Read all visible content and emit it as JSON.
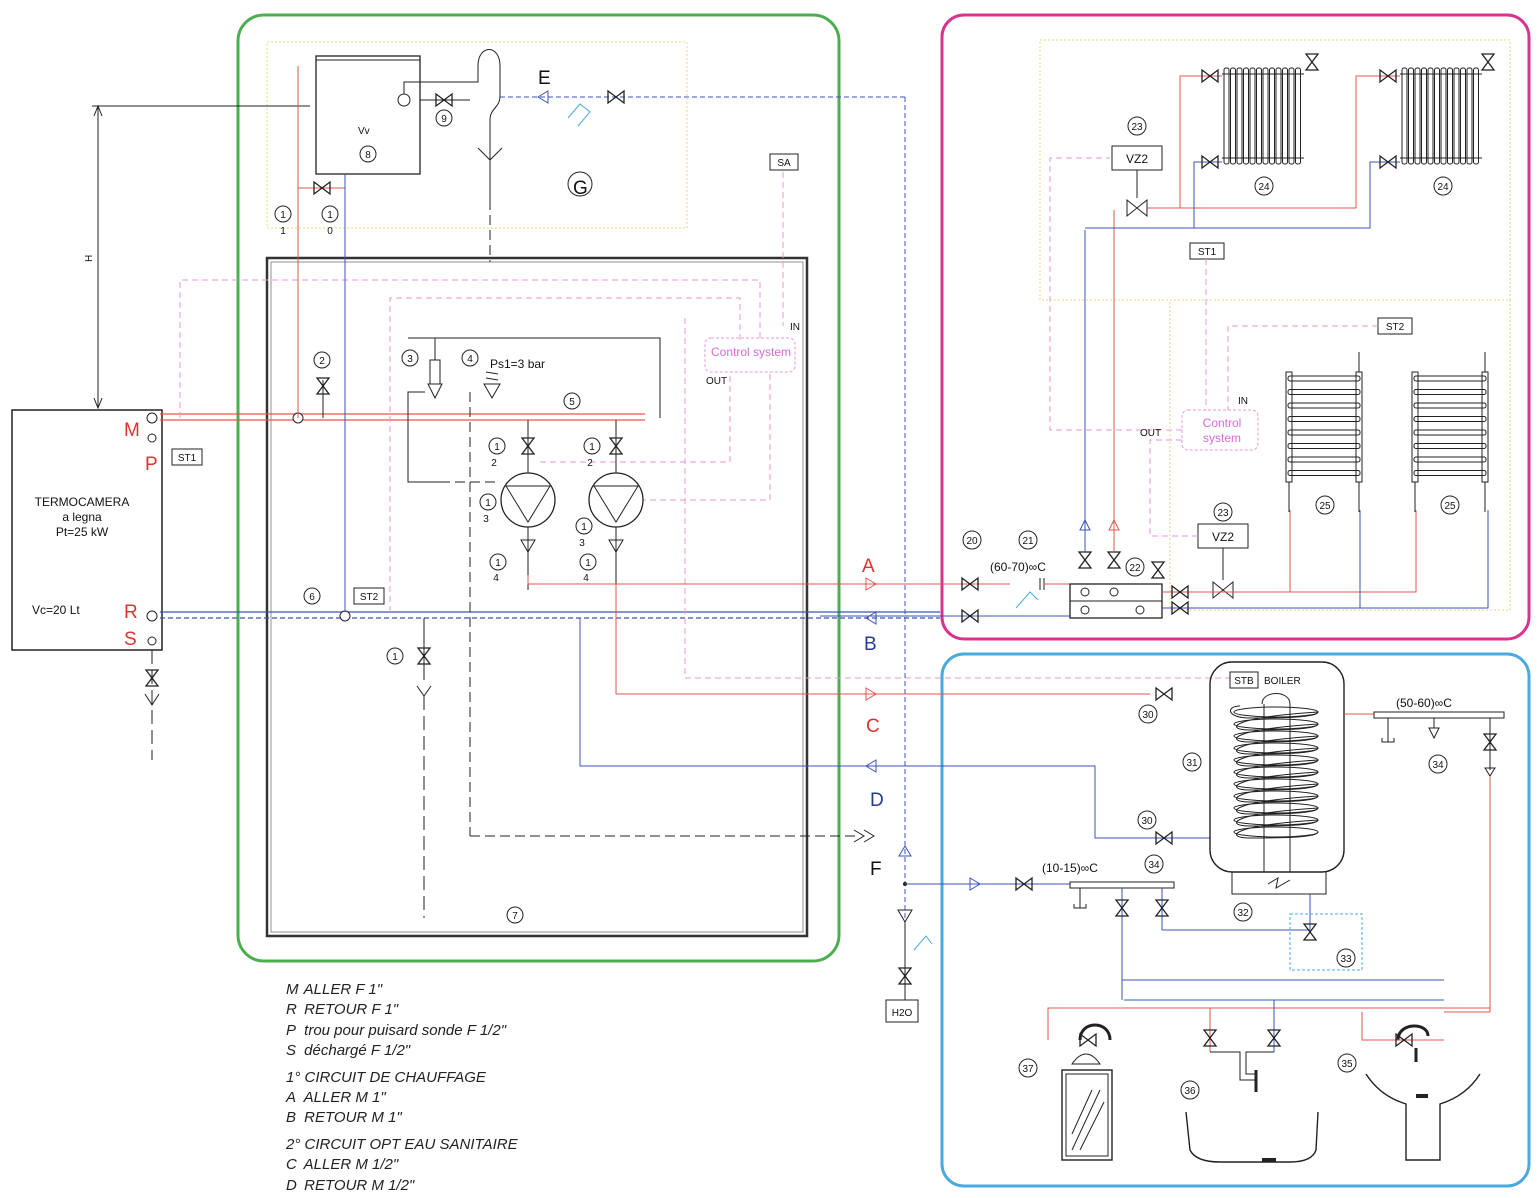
{
  "heater": {
    "name_line1": "TERMOCAMERA",
    "name_line2": "a legna",
    "power": "Pt=25 kW",
    "volume": "Vc=20 Lt",
    "ports": {
      "m": "M",
      "p": "P",
      "r": "R",
      "s": "S"
    }
  },
  "height_label": "H",
  "circuits": {
    "a": "A",
    "b": "B",
    "c": "C",
    "d": "D",
    "e": "E",
    "f": "F",
    "g": "G"
  },
  "tags": {
    "sa": "SA",
    "st1": "ST1",
    "st2": "ST2",
    "stb": "STB",
    "vz2": "VZ2",
    "boiler": "BOILER",
    "vv": "Vv",
    "h2o": "H2O"
  },
  "control": {
    "label_line1": "Control",
    "label_line2": "system",
    "label_single": "Control system",
    "in": "IN",
    "out": "OUT"
  },
  "values": {
    "ps1": "Ps1=3 bar",
    "temp_heating": "(60-70)∞C",
    "temp_sanitary_hot": "(50-60)∞C",
    "temp_sanitary_cold": "(10-15)∞C"
  },
  "numbers": [
    "1",
    "2",
    "3",
    "4",
    "5",
    "6",
    "7",
    "8",
    "9",
    "10",
    "11",
    "12",
    "13",
    "14",
    "20",
    "21",
    "22",
    "23",
    "24",
    "25",
    "30",
    "31",
    "32",
    "33",
    "34",
    "35",
    "36",
    "37"
  ],
  "legend": [
    {
      "key": "M",
      "text": "ALLER F 1\""
    },
    {
      "key": "R",
      "text": "RETOUR F 1\""
    },
    {
      "key": "P",
      "text": "trou pour puisard sonde F 1/2\""
    },
    {
      "key": "S",
      "text": "déchargé F 1/2\""
    },
    {
      "key": "",
      "text": "1° CIRCUIT DE CHAUFFAGE"
    },
    {
      "key": "A",
      "text": "ALLER M 1\""
    },
    {
      "key": "B",
      "text": "RETOUR M 1\""
    },
    {
      "key": "",
      "text": "2° CIRCUIT OPT EAU SANITAIRE"
    },
    {
      "key": "C",
      "text": "ALLER M 1/2\""
    },
    {
      "key": "D",
      "text": "RETOUR M 1/2\""
    }
  ],
  "colors": {
    "green_box": "#4bae4f",
    "magenta_box": "#d8338e",
    "cyan_box": "#4aa9dd",
    "supply_red": "#e6564c",
    "return_blue": "#3c54b8",
    "control_pink": "#e59ad6",
    "dotted_yellow": "#ecd77a"
  }
}
